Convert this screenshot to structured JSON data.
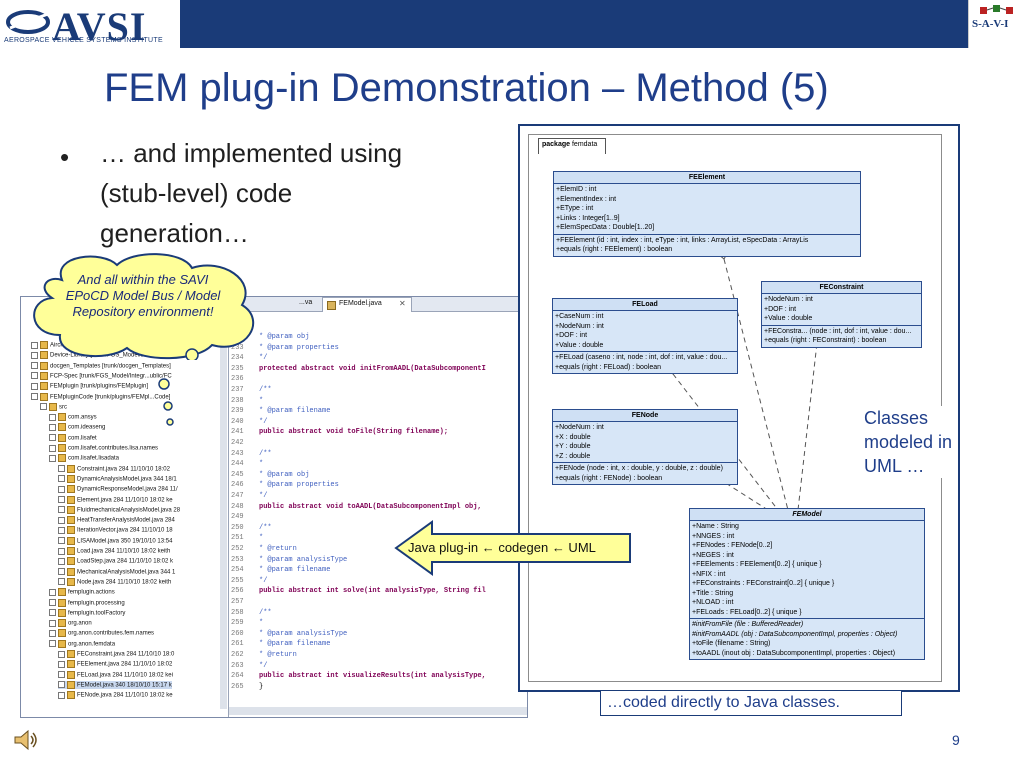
{
  "header": {
    "logo_text": "AVSI",
    "logo_subtitle": "AEROSPACE VEHICLE SYSTEMS INSTITUTE",
    "right_logo_text": "S-A-V-I"
  },
  "slide": {
    "title": "FEM plug-in Demonstration – Method (5)",
    "bullet_lines": [
      "… and implemented using",
      "(stub-level) code",
      "generation…"
    ],
    "cloud_text": "And all within the SAVI EPoCD Model Bus / Model Repository environment!",
    "arrow_text": "Java plug-in ← codegen ← UML",
    "classes_note": [
      "Classes",
      "modeled in",
      "UML …"
    ],
    "coded_note": "…coded directly to Java classes.",
    "page_number": "9"
  },
  "ide": {
    "tabs": [
      "...va",
      "FEModel.java"
    ],
    "tree_items": [
      "Aircraft...",
      "Device-Library [trunk/FGS_Model/Device...",
      "docgen_Templates [trunk/docgen_Templates]",
      "FCP-Spec [trunk/FGS_Model/Integr...ublic/FC",
      "FEMplugin [trunk/plugins/FEMplugin]",
      "FEMpluginCode [trunk/plugins/FEMpl...Code]",
      "src",
      "com.ansys",
      "com.ideaseng",
      "com.lisafet",
      "com.lisafet.contributes.lisa.names",
      "com.lisafet.lisadata",
      "Constraint.java 284 11/10/10 18:02",
      "DynamicAnalysisModel.java 344 18/1",
      "DynamicResponseModel.java 284 11/",
      "Element.java 284 11/10/10 18:02 ke",
      "FluidmechanicalAnalysisModel.java 28",
      "HeatTransferAnalysisModel.java 284",
      "IterationVector.java 284 11/10/10 18",
      "LISAModel.java 350 19/10/10 13:54",
      "Load.java 284 11/10/10 18:02 keith",
      "LoadStep.java 284 11/10/10 18:02 k",
      "MechanicalAnalysisModel.java 344 1",
      "Node.java 284 11/10/10 18:02 keith",
      "femplugin.actions",
      "femplugin.processing",
      "femplugin.toolFactory",
      "org.anon",
      "org.anon.contributes.fem.names",
      "org.anon.femdata",
      "FEConstraint.java 284 11/10/10 18:0",
      "FEElement.java 284 11/10/10 18:02",
      "FELoad.java 284 11/10/10 18:02 kei",
      "FEModel.java 340 18/10/10 15:17 k",
      "FENode.java 284 11/10/10 18:02 ke"
    ],
    "line_numbers": [
      "232",
      "233",
      "234",
      "235",
      "236",
      "237",
      "238",
      "239",
      "240",
      "241",
      "242",
      "243",
      "244",
      "245",
      "246",
      "247",
      "248",
      "249",
      "250",
      "251",
      "252",
      "253",
      "254",
      "255",
      "256",
      "257",
      "258",
      "259",
      "260",
      "261",
      "262",
      "263",
      "264",
      "265"
    ],
    "code_lines": [
      " * @param obj",
      " * @param properties",
      " */",
      "protected abstract void initFromAADL(DataSubcomponentI",
      "",
      "/**",
      " *",
      " * @param filename",
      " */",
      "public abstract void toFile(String filename);",
      "",
      "/**",
      " *",
      " * @param obj",
      " * @param properties",
      " */",
      "public abstract void toAADL(DataSubcomponentImpl obj,",
      "",
      "/**",
      " *",
      " * @return",
      " * @param analysisType",
      " * @param filename",
      " */",
      "public abstract int solve(int analysisType, String fil",
      "",
      "/**",
      " *",
      " * @param analysisType",
      " * @param filename",
      " * @return",
      " */",
      "public abstract int visualizeResults(int analysisType,",
      "}"
    ]
  },
  "uml": {
    "package_label": "package",
    "package_name": "femdata",
    "classes": {
      "FEElement": {
        "name": "FEElement",
        "attrs": [
          "+ElemID  : int",
          "+ElementIndex  : int",
          "+EType  : int",
          "+Links  : Integer[1..9]",
          "+ElemSpecData  : Double[1..20]"
        ],
        "ops": [
          "+FEElement (id : int, index : int, eType : int, links : ArrayList, eSpecData : ArrayLis",
          "+equals (right : FEElement) : boolean"
        ]
      },
      "FEConstraint": {
        "name": "FEConstraint",
        "attrs": [
          "+NodeNum  : int",
          "+DOF  : int",
          "+Value  : double"
        ],
        "ops": [
          "+FEConstra... (node : int, dof : int, value : dou...",
          "+equals (right : FEConstraint) : boolean"
        ]
      },
      "FELoad": {
        "name": "FELoad",
        "attrs": [
          "+CaseNum  : int",
          "+NodeNum  : int",
          "+DOF  : int",
          "+Value  : double"
        ],
        "ops": [
          "+FELoad (caseno : int, node : int, dof : int, value : dou...",
          "+equals (right : FELoad) : boolean"
        ]
      },
      "FENode": {
        "name": "FENode",
        "attrs": [
          "+NodeNum  : int",
          "+X  : double",
          "+Y  : double",
          "+Z  : double"
        ],
        "ops": [
          "+FENode (node : int, x : double, y : double, z : double)",
          "+equals (right : FENode) : boolean"
        ]
      },
      "FEModel": {
        "name": "FEModel",
        "attrs": [
          "+Name  : String",
          "+NNGES  : int",
          "+FENodes  : FENode[0..2]",
          "+NEGES  : int",
          "+FEElements  : FEElement[0..2] { unique }",
          "+NFIX  : int",
          "+FEConstraints  : FEConstraint[0..2] { unique }",
          "+Title  : String",
          "+NLOAD  : int",
          "+FELoads  : FELoad[0..2] { unique }"
        ],
        "ops": [
          "#initFromFile  (file : BufferedReader)",
          "#initFromAADL  (obj : DataSubcomponentImpl, properties : Object)",
          "+toFile  (filename : String)",
          "+toAADL  (inout obj : DataSubcomponentImpl, properties : Object)"
        ]
      }
    }
  }
}
